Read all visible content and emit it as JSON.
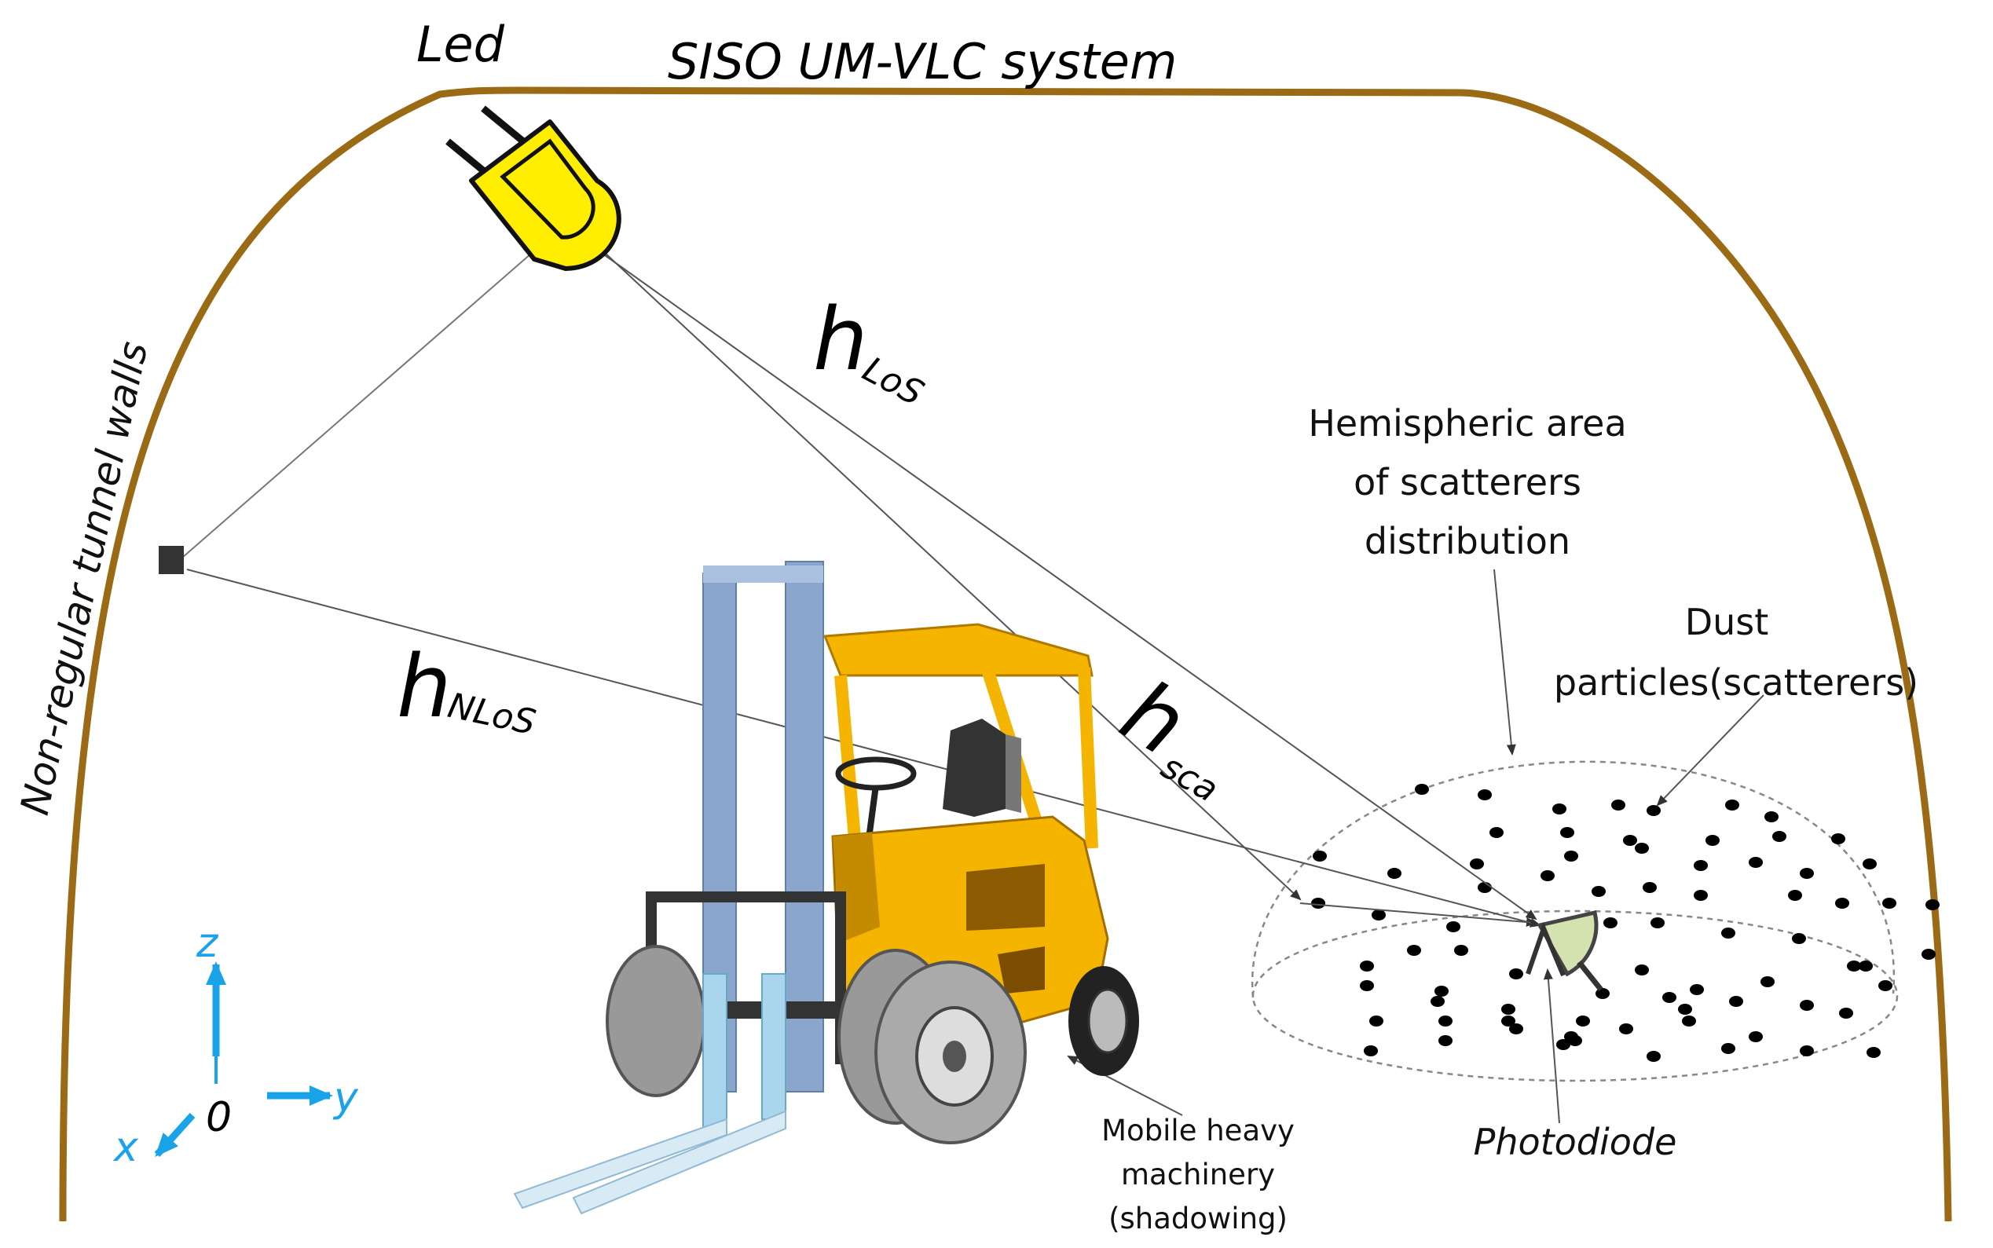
{
  "diagram": {
    "title": "SISO UM-VLC system",
    "led_label": "Led",
    "wall_label": "Non-regular tunnel walls",
    "channels": {
      "los": {
        "symbol": "h",
        "subscript": "LoS"
      },
      "nlos": {
        "symbol": "h",
        "subscript": "NLoS"
      },
      "sca": {
        "symbol": "h",
        "subscript": "sca"
      }
    },
    "hemisphere_label": [
      "Hemispheric area",
      "of scatterers",
      "distribution"
    ],
    "dust_label": [
      "Dust",
      "particles(scatterers)"
    ],
    "machinery_label": [
      "Mobile heavy",
      "machinery",
      "(shadowing)"
    ],
    "photodiode_label": "Photodiode",
    "axes": {
      "z": "z",
      "y": "y",
      "x": "x",
      "origin": "0"
    },
    "colors": {
      "tunnel": "#9a6a14",
      "led": "#ffee00",
      "axis": "#1aa3e8",
      "forklift_body": "#f5b400",
      "mast": "#8aa6cc",
      "photodiode": "#d4e2b0"
    }
  }
}
